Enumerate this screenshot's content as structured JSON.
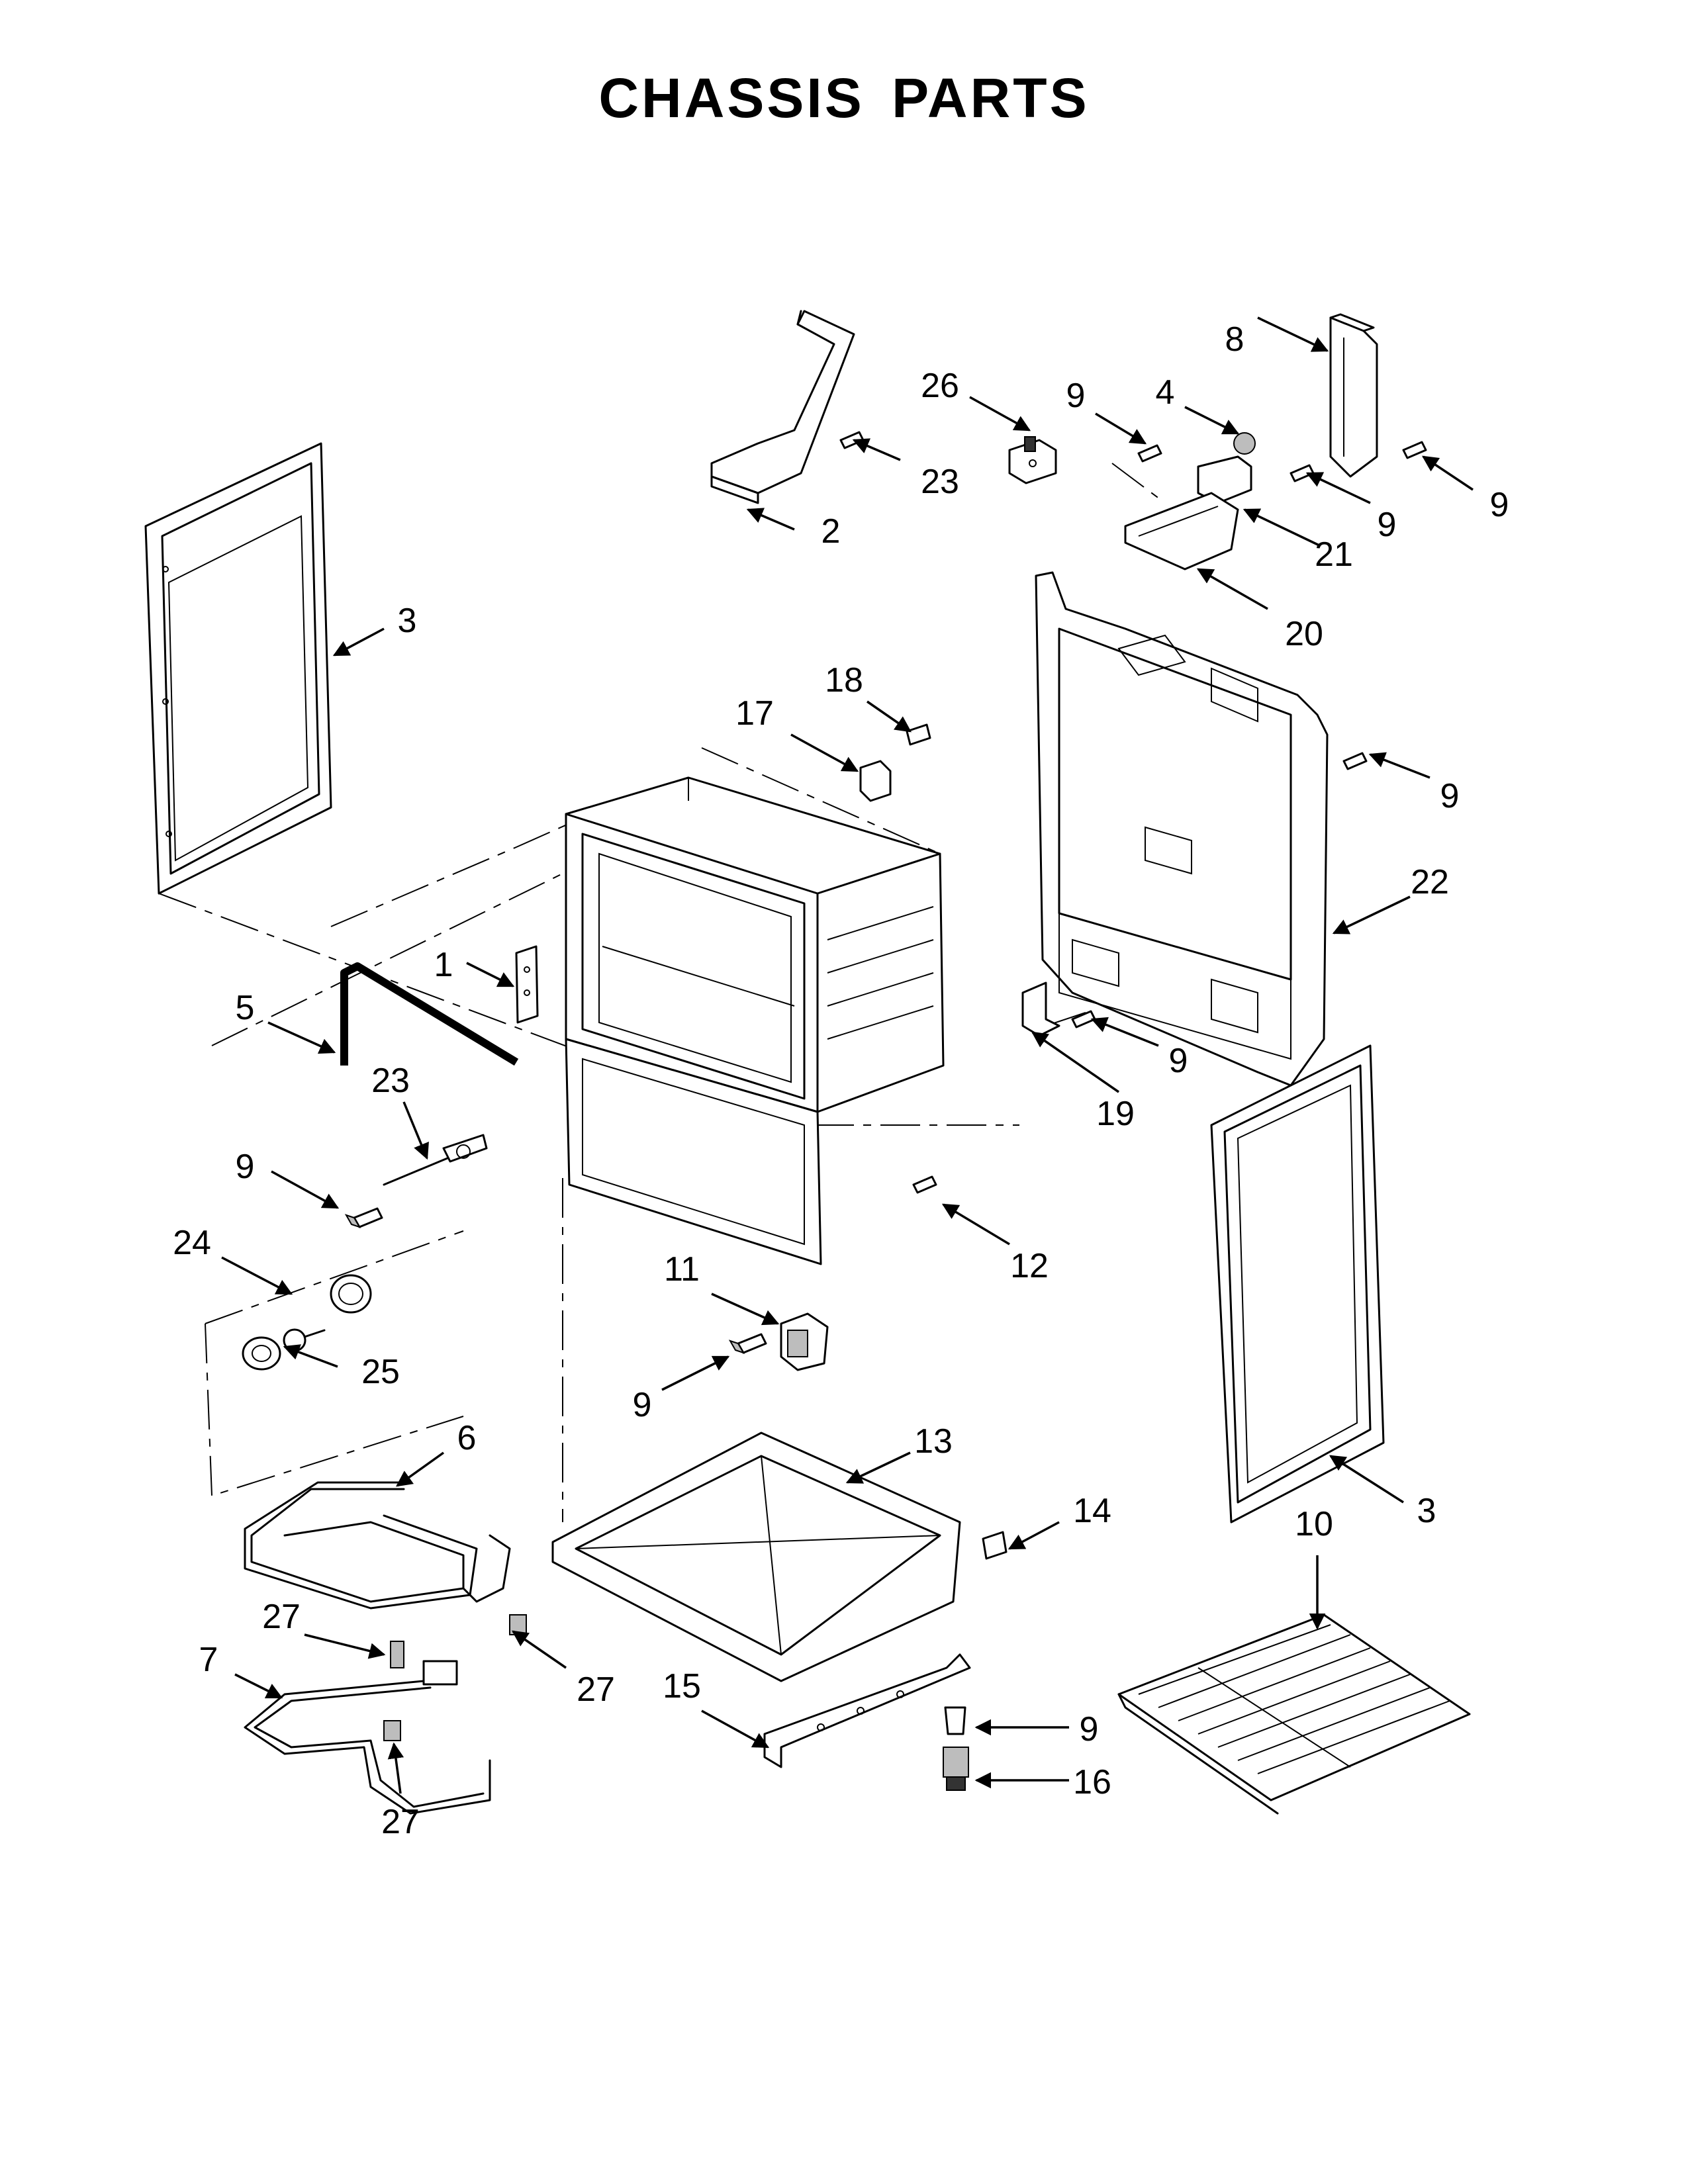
{
  "title": "CHASSIS PARTS",
  "callouts": [
    "1",
    "2",
    "3",
    "3",
    "4",
    "5",
    "6",
    "7",
    "8",
    "9",
    "9",
    "9",
    "9",
    "9",
    "9",
    "9",
    "9",
    "10",
    "11",
    "12",
    "13",
    "14",
    "15",
    "16",
    "17",
    "18",
    "19",
    "20",
    "21",
    "22",
    "23",
    "23",
    "24",
    "25",
    "26",
    "27",
    "27",
    "27"
  ]
}
